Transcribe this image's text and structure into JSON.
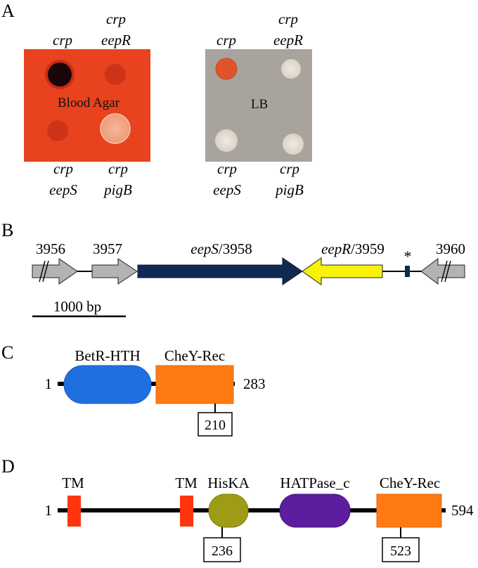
{
  "panels": {
    "A": {
      "letter": "A",
      "blood_plate": {
        "center_label": "Blood Agar",
        "top_labels": [
          [
            "crp"
          ],
          [
            "crp",
            "eepR"
          ]
        ],
        "bottom_labels": [
          [
            "crp",
            "eepS"
          ],
          [
            "crp",
            "pigB"
          ]
        ],
        "plate_color": "#e8421f"
      },
      "lb_plate": {
        "center_label": "LB",
        "top_labels": [
          [
            "crp"
          ],
          [
            "crp",
            "eepR"
          ]
        ],
        "bottom_labels": [
          [
            "crp",
            "eepS"
          ],
          [
            "crp",
            "pigB"
          ]
        ],
        "plate_color": "#a8a39c"
      }
    },
    "B": {
      "letter": "B",
      "genes": [
        {
          "label": "3956",
          "italic_part": "",
          "color": "#b3b3b3",
          "direction": "right"
        },
        {
          "label": "3957",
          "italic_part": "",
          "color": "#b3b3b3",
          "direction": "right"
        },
        {
          "label": "/3958",
          "italic_part": "eepS",
          "color": "#0f2a52",
          "direction": "right"
        },
        {
          "label": "/3959",
          "italic_part": "eepR",
          "color": "#f7f207",
          "direction": "left"
        },
        {
          "label": "3960",
          "italic_part": "",
          "color": "#b3b3b3",
          "direction": "left"
        }
      ],
      "asterisk": "*",
      "scale_bar_label": "1000 bp"
    },
    "C": {
      "letter": "C",
      "start": "1",
      "end": "283",
      "domains": [
        {
          "label": "BetR-HTH",
          "color": "#1f6fe0"
        },
        {
          "label": "CheY-Rec",
          "color": "#ff7a12"
        }
      ],
      "site": "210"
    },
    "D": {
      "letter": "D",
      "start": "1",
      "end": "594",
      "domains": [
        {
          "label": "TM",
          "color": "#ff3510"
        },
        {
          "label": "TM",
          "color": "#ff3510"
        },
        {
          "label": "HisKA",
          "color": "#9e9c14"
        },
        {
          "label": "HATPase_c",
          "color": "#5c1d9e"
        },
        {
          "label": "CheY-Rec",
          "color": "#ff7a12"
        }
      ],
      "sites": [
        "236",
        "523"
      ]
    }
  }
}
